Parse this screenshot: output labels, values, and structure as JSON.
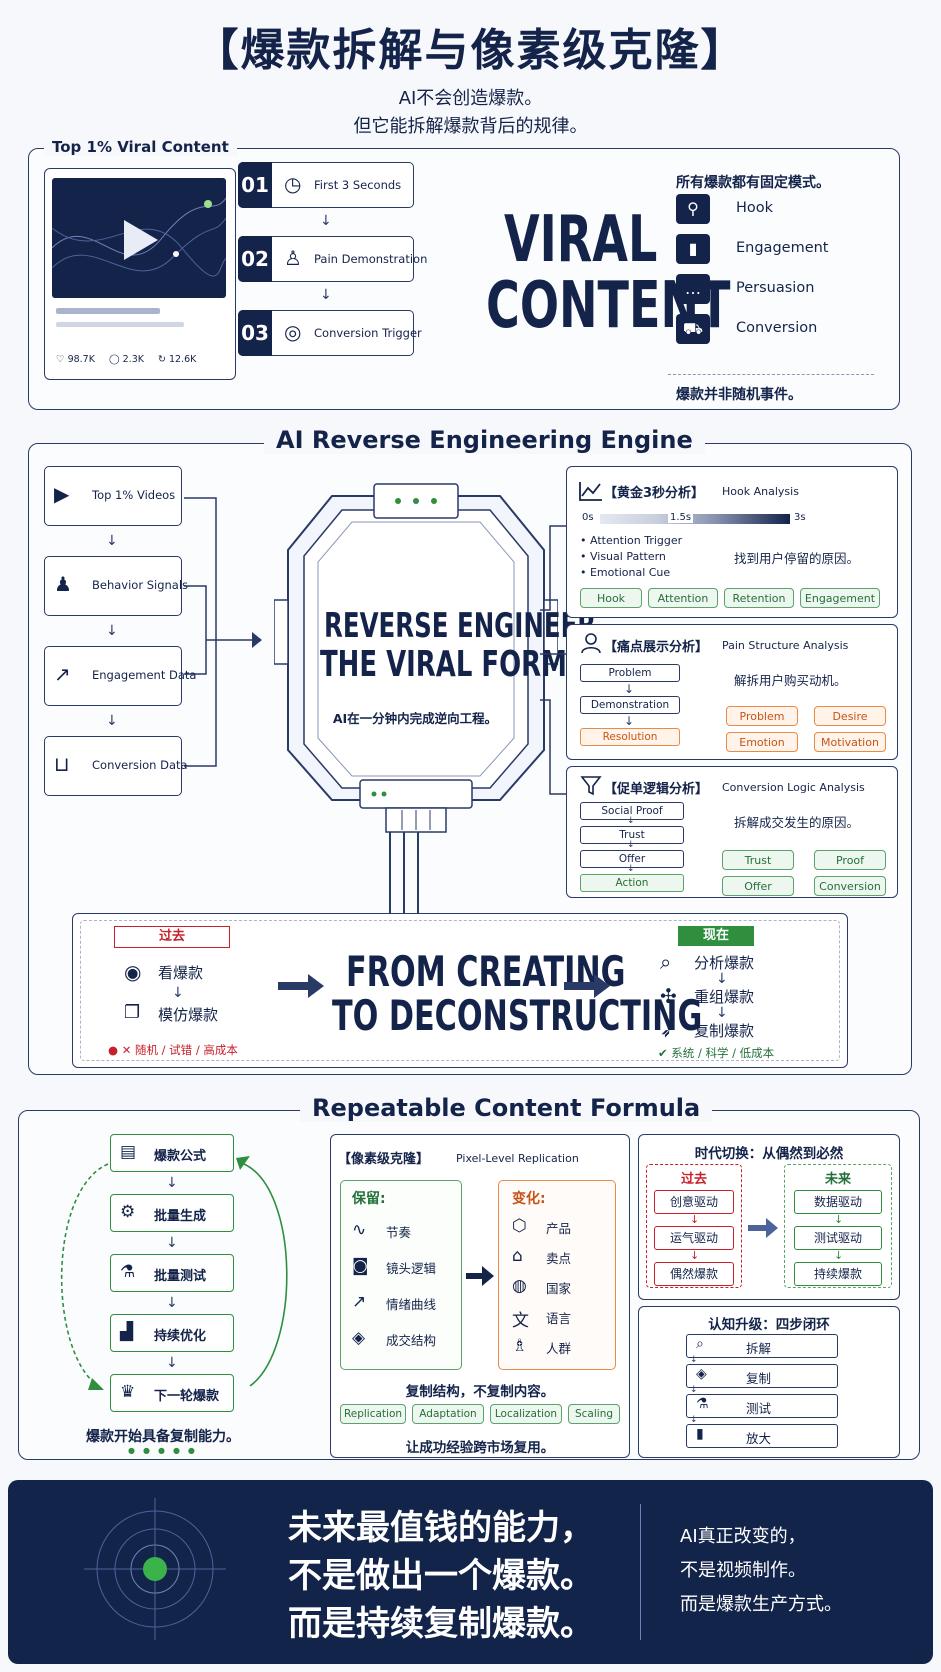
{
  "header": {
    "title": "【爆款拆解与像素级克隆】",
    "subtitle1": "AI不会创造爆款。",
    "subtitle2": "但它能拆解爆款背后的规律。"
  },
  "viral": {
    "section_label": "Top 1% Viral Content",
    "likes": "98.7K",
    "comments": "2.3K",
    "shares": "12.6K",
    "steps": [
      {
        "num": "01",
        "label": "First 3 Seconds"
      },
      {
        "num": "02",
        "label": "Pain Demonstration"
      },
      {
        "num": "03",
        "label": "Conversion Trigger"
      }
    ],
    "big1": "VIRAL",
    "big2": "CONTENT",
    "patterns_title": "所有爆款都有固定模式。",
    "patterns": [
      "Hook",
      "Engagement",
      "Persuasion",
      "Conversion"
    ],
    "footnote": "爆款并非随机事件。"
  },
  "engine": {
    "title": "AI Reverse Engineering Engine",
    "inputs": [
      "Top 1% Videos",
      "Behavior Signals",
      "Engagement Data",
      "Conversion Data"
    ],
    "core1": "REVERSE ENGINEER",
    "core2": "THE VIRAL FORMULA",
    "core3": "AI在一分钟内完成逆向工程。",
    "hook": {
      "title": "【黄金3秒分析】",
      "en": "Hook Analysis",
      "t0": "0s",
      "t1": "1.5s",
      "t2": "3s",
      "bullets": [
        "Attention Trigger",
        "Visual Pattern",
        "Emotional Cue"
      ],
      "note": "找到用户停留的原因。",
      "tags": [
        "Hook",
        "Attention",
        "Retention",
        "Engagement"
      ]
    },
    "pain": {
      "title": "【痛点展示分析】",
      "en": "Pain Structure Analysis",
      "flow": [
        "Problem",
        "Demonstration",
        "Resolution"
      ],
      "note": "解拆用户购买动机。",
      "tags": [
        "Problem",
        "Desire",
        "Emotion",
        "Motivation"
      ]
    },
    "conv": {
      "title": "【促单逻辑分析】",
      "en": "Conversion Logic Analysis",
      "flow": [
        "Social Proof",
        "Trust",
        "Offer",
        "Action"
      ],
      "note": "拆解成交发生的原因。",
      "tags": [
        "Trust",
        "Proof",
        "Offer",
        "Conversion"
      ]
    }
  },
  "shift": {
    "past_label": "过去",
    "past_items": [
      "看爆款",
      "模仿爆款"
    ],
    "past_note": "随机 / 试错 / 高成本",
    "center1": "FROM CREATING",
    "center2": "TO DECONSTRUCTING",
    "now_label": "现在",
    "now_items": [
      "分析爆款",
      "重组爆款",
      "复制爆款"
    ],
    "now_note": "系统 / 科学 / 低成本"
  },
  "formula": {
    "title": "Repeatable Content Formula",
    "loop": [
      "爆款公式",
      "批量生成",
      "批量测试",
      "持续优化",
      "下一轮爆款"
    ],
    "loop_note": "爆款开始具备复制能力。",
    "pixel_title": "【像素级克隆】",
    "pixel_en": "Pixel-Level Replication",
    "keep_label": "保留:",
    "keep": [
      "节奏",
      "镜头逻辑",
      "情绪曲线",
      "成交结构"
    ],
    "change_label": "变化:",
    "change": [
      "产品",
      "卖点",
      "国家",
      "语言",
      "人群"
    ],
    "pixel_note": "复制结构，不复制内容。",
    "pixel_tags": [
      "Replication",
      "Adaptation",
      "Localization",
      "Scaling"
    ],
    "pixel_foot": "让成功经验跨市场复用。",
    "era_title": "时代切换：从偶然到必然",
    "era_past": "过去",
    "era_past_items": [
      "创意驱动",
      "运气驱动",
      "偶然爆款"
    ],
    "era_future": "未来",
    "era_future_items": [
      "数据驱动",
      "测试驱动",
      "持续爆款"
    ],
    "loop4_title": "认知升级：四步闭环",
    "loop4": [
      "拆解",
      "复制",
      "测试",
      "放大"
    ]
  },
  "footer": {
    "line1": "未来最值钱的能力，",
    "line2": "不是做出一个爆款。",
    "line3": "而是持续复制爆款。",
    "side1": "AI真正改变的，",
    "side2": "不是视频制作。",
    "side3": "而是爆款生产方式。"
  },
  "colors": {
    "navy": "#14234a",
    "green": "#2f8f3e",
    "orange": "#e07030",
    "red": "#c8202a"
  }
}
